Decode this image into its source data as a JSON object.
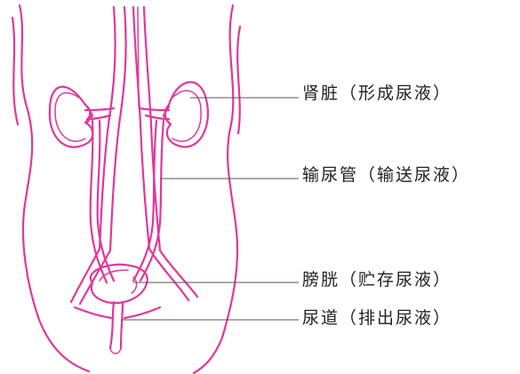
{
  "labels": {
    "kidney": "肾脏（形成尿液）",
    "ureter": "输尿管（输送尿液）",
    "bladder": "膀胱（贮存尿液）",
    "urethra": "尿道（排出尿液）"
  },
  "colors": {
    "ink": "#e0389a",
    "leader": "#555555",
    "text": "#222222",
    "background": "#ffffff"
  }
}
